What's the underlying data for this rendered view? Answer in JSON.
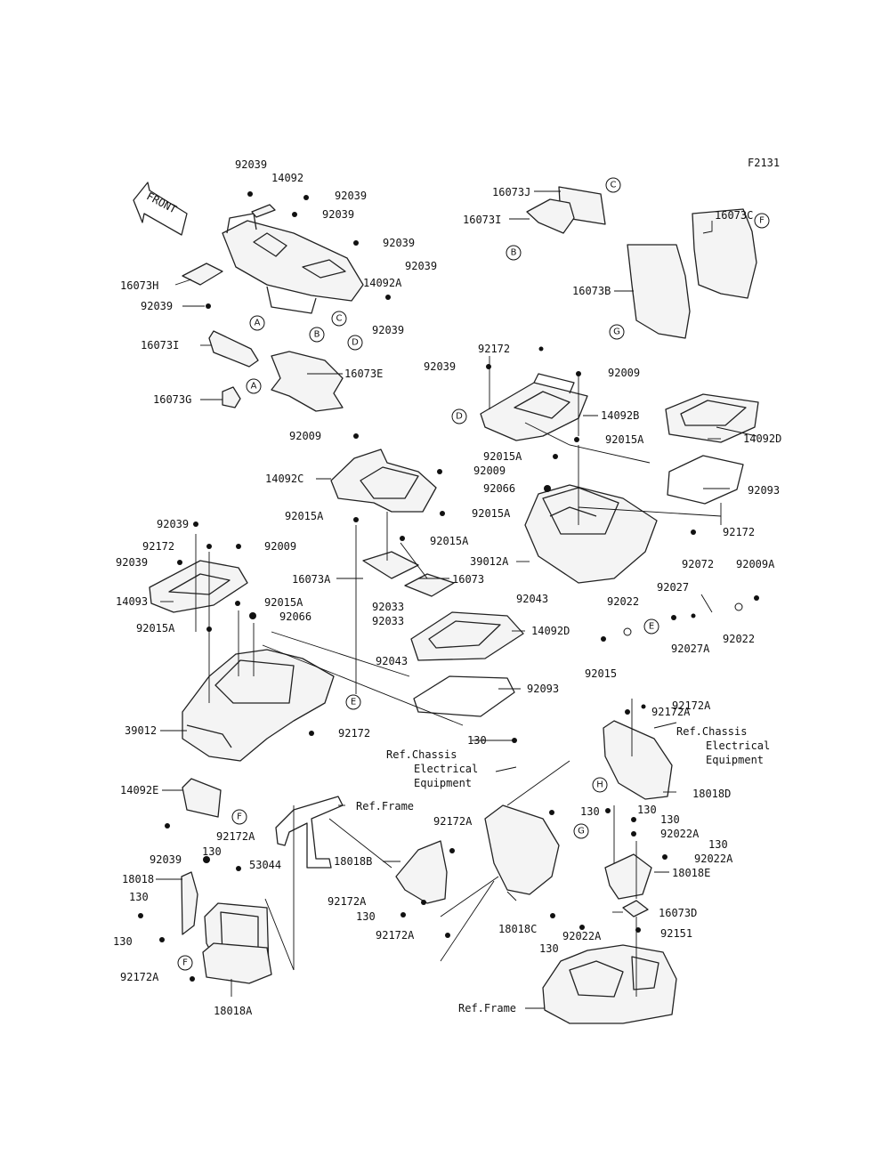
{
  "figure_id": "F2131",
  "front_arrow_text": "FRONT",
  "labels": [
    "92039",
    "14092",
    "92039",
    "92039",
    "92039",
    "92039",
    "14092A",
    "16073H",
    "92039",
    "92039",
    "16073I",
    "16073E",
    "16073G",
    "16073J",
    "16073I",
    "16073C",
    "16073B",
    "92172",
    "92039",
    "92009",
    "14092B",
    "92015A",
    "14092D",
    "92015A",
    "92066",
    "92093",
    "92009",
    "14092C",
    "92009",
    "92015A",
    "92015A",
    "92015A",
    "39012A",
    "92172",
    "16073A",
    "16073",
    "92039",
    "92172",
    "92009",
    "92039",
    "14093",
    "92015A",
    "92015A",
    "92066",
    "92033",
    "92043",
    "92033",
    "14092D",
    "92043",
    "92093",
    "92072",
    "92009A",
    "92027",
    "92022",
    "92015",
    "92027A",
    "92022",
    "39012",
    "92172",
    "130",
    "Ref.Chassis",
    "Electrical",
    "Equipment",
    "92172A",
    "92172A",
    "Ref.Chassis",
    "Electrical",
    "Equipment",
    "18018D",
    "14092E",
    "92039",
    "Ref.Frame",
    "92172A",
    "130",
    "53044",
    "18018",
    "92172A",
    "18018B",
    "92172A",
    "130",
    "92172A",
    "18018C",
    "130",
    "130",
    "130",
    "92022A",
    "130",
    "92022A",
    "18018E",
    "130",
    "92022A",
    "16073D",
    "92151",
    "130",
    "130",
    "92172A",
    "18018A",
    "Ref.Frame"
  ],
  "callouts": [
    "C",
    "B",
    "F",
    "G",
    "A",
    "A",
    "C",
    "B",
    "D",
    "D",
    "E",
    "E",
    "H",
    "G",
    "F",
    "F"
  ]
}
